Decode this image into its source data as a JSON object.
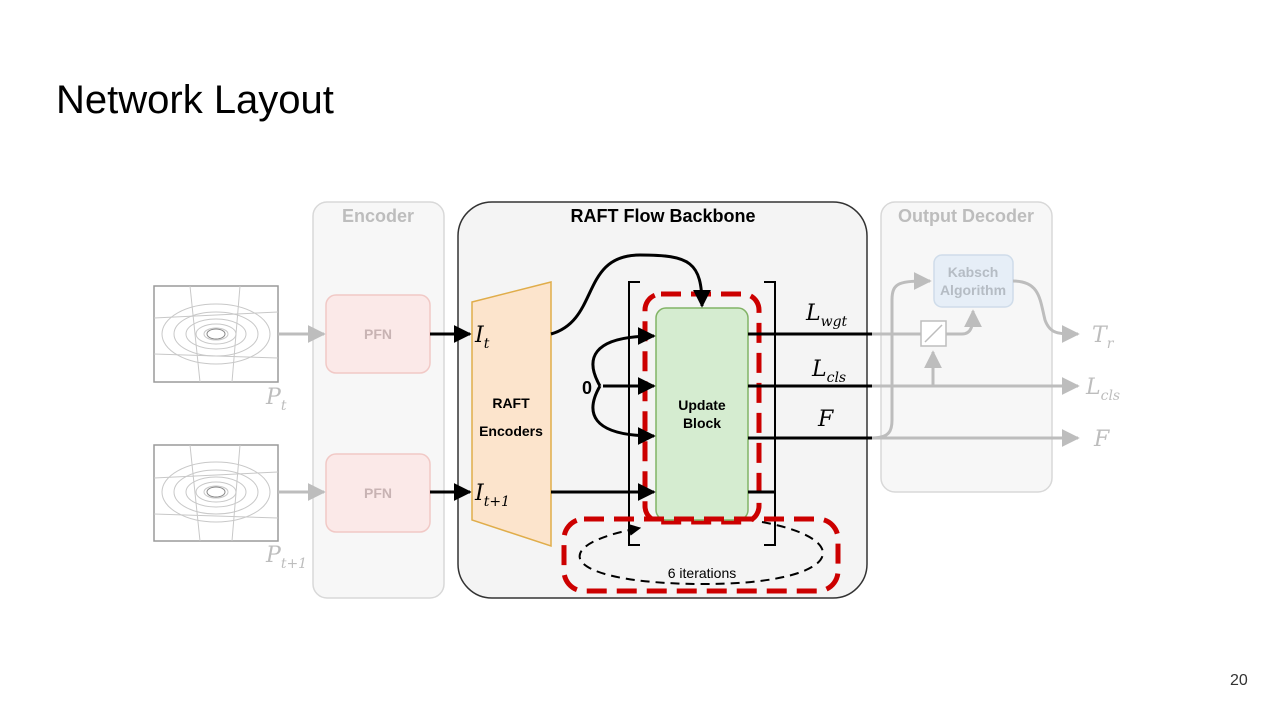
{
  "slide": {
    "title": "Network Layout",
    "page_number": "20"
  },
  "encoder": {
    "title": "Encoder",
    "pfn_top": "PFN",
    "pfn_bottom": "PFN"
  },
  "backbone": {
    "title": "RAFT Flow Backbone",
    "encoders_line1": "RAFT",
    "encoders_line2": "Encoders",
    "update_line1": "Update",
    "update_line2": "Block",
    "zero": "0",
    "iterations": "6 iterations"
  },
  "decoder": {
    "title": "Output Decoder",
    "kabsch_line1": "Kabsch",
    "kabsch_line2": "Algorithm"
  },
  "math": {
    "p_t_sym": "P",
    "p_t_sub": "t",
    "p_t1_sym": "P",
    "p_t1_sub": "t+1",
    "i_t_sym": "I",
    "i_t_sub": "t",
    "i_t1_sym": "I",
    "i_t1_sub": "t+1",
    "l_wgt_sym": "L",
    "l_wgt_sub": "wgt",
    "l_cls_sym": "L",
    "l_cls_sub": "cls",
    "f_sym": "F",
    "out_t_sym": "T",
    "out_t_sub": "r",
    "out_lcls_sym": "L",
    "out_lcls_sub": "cls",
    "out_f_sym": "F"
  },
  "colors": {
    "faded_gray": "#bdbdbd",
    "box_gray_fill": "#f4f4f4",
    "pfn_fill": "#fbe9e8",
    "pfn_stroke": "#f1c9c6",
    "encoders_fill": "#fce4cc",
    "encoders_stroke": "#e0ad4a",
    "update_fill": "#d5ecd0",
    "update_stroke": "#82b366",
    "kabsch_fill": "#e6eef7",
    "red_dash": "#cc0000"
  }
}
